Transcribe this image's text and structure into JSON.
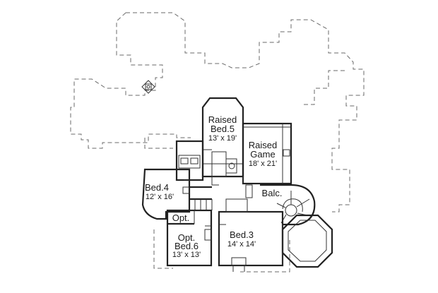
{
  "rooms": {
    "raised_bed5": {
      "line1": "Raised",
      "line2": "Bed.5",
      "size": "13' x 19'"
    },
    "raised_game": {
      "line1": "Raised",
      "line2": "Game",
      "size": "18' x 21'"
    },
    "bed4": {
      "name": "Bed.4",
      "size": "12' x 16'"
    },
    "balc": {
      "name": "Balc."
    },
    "opt": {
      "name": "Opt."
    },
    "opt_bed6": {
      "line1": "Opt.",
      "line2": "Bed.6",
      "size": "13' x 13'"
    },
    "bed3": {
      "name": "Bed.3",
      "size": "14' x 14'"
    }
  }
}
